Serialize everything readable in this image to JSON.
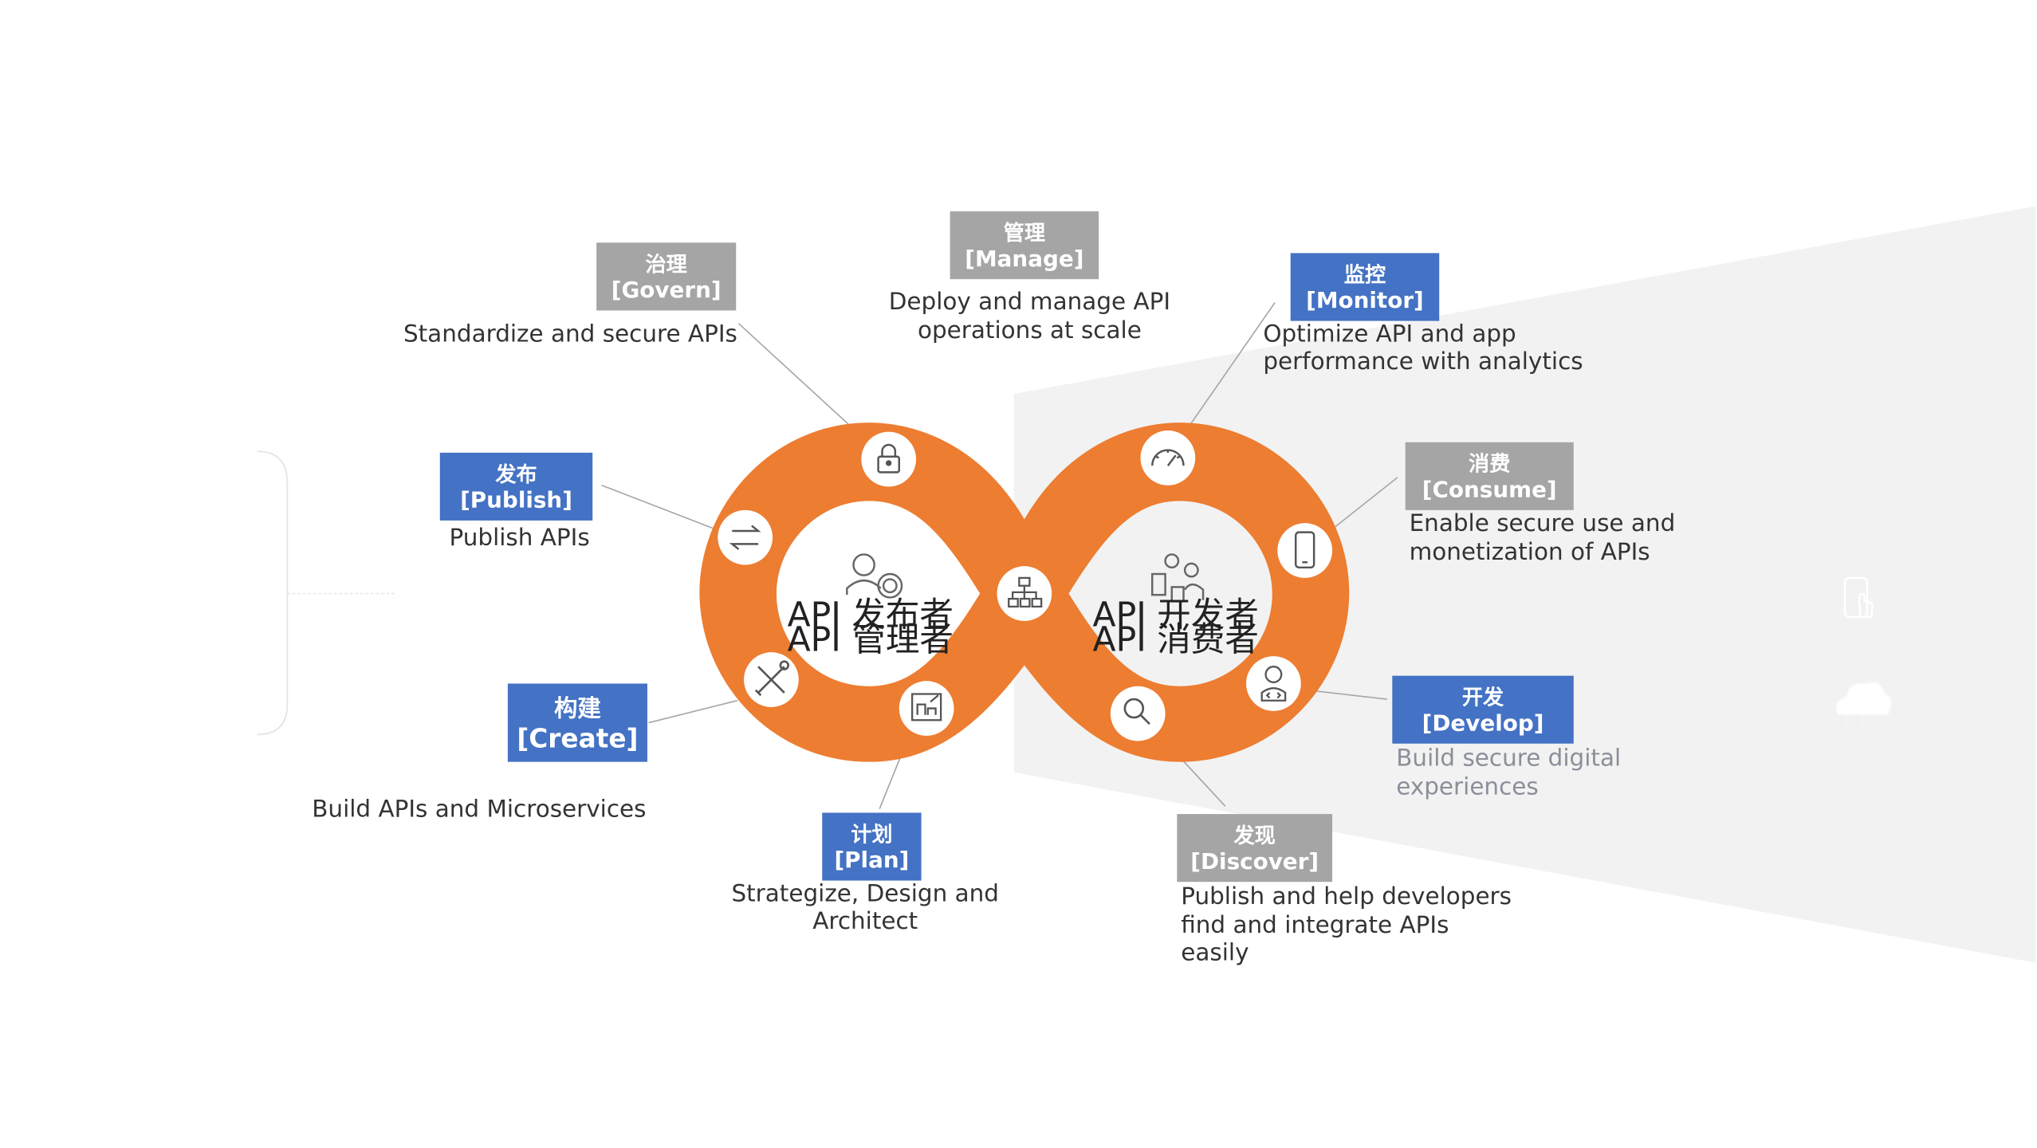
{
  "colors": {
    "loop": "#ED7D31",
    "blue_tag": "#4472C4",
    "grey_tag": "#A5A5A5",
    "panel": "#F2F2F2",
    "line": "#A6A6A6"
  },
  "center": {
    "left": {
      "line1": "API 发布者",
      "line2": "API 管理者",
      "icon": "user-api-gear-icon"
    },
    "right": {
      "line1": "API 开发者",
      "line2": "API 消费者",
      "icon": "developers-devices-icon"
    },
    "middle_icon": "hierarchy-icon"
  },
  "stages": {
    "govern": {
      "cn": "治理",
      "en": "[Govern]",
      "desc": [
        "Standardize and secure APIs"
      ],
      "style": "grey",
      "icon": "lock-icon"
    },
    "manage": {
      "cn": "管理",
      "en": "[Manage]",
      "desc": [
        "Deploy and manage API",
        "operations at scale"
      ],
      "style": "grey"
    },
    "monitor": {
      "cn": "监控",
      "en": "[Monitor]",
      "desc": [
        "Optimize API and app",
        "performance with analytics"
      ],
      "style": "blue",
      "icon": "gauge-icon"
    },
    "publish": {
      "cn": "发布",
      "en": "[Publish]",
      "desc": [
        "Publish APIs"
      ],
      "style": "blue",
      "icon": "arrows-exchange-icon"
    },
    "consume": {
      "cn": "消费",
      "en": "[Consume]",
      "desc": [
        "Enable secure use and",
        "monetization of APIs"
      ],
      "style": "grey",
      "icon": "smartphone-icon"
    },
    "create": {
      "cn": "构建",
      "en": "[Create]",
      "desc": [
        "Build APIs and Microservices"
      ],
      "style": "blue",
      "icon": "tools-icon"
    },
    "develop": {
      "cn": "开发",
      "en": "[Develop]",
      "desc": [
        "Build secure digital",
        "experiences"
      ],
      "style": "blue",
      "icon": "developer-laptop-icon"
    },
    "plan": {
      "cn": "计划",
      "en": "[Plan]",
      "desc": [
        "Strategize, Design and",
        "Architect"
      ],
      "style": "blue",
      "icon": "blueprint-icon"
    },
    "discover": {
      "cn": "发现",
      "en": "[Discover]",
      "desc": [
        "Publish and help developers",
        "find and integrate APIs",
        "easily"
      ],
      "style": "grey",
      "icon": "magnifier-icon"
    }
  },
  "side_icons": [
    "touch-phone-icon",
    "cloud-network-icon"
  ]
}
